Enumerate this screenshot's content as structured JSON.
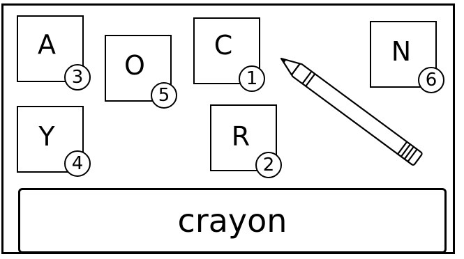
{
  "tiles": [
    {
      "letter": "A",
      "number": "3"
    },
    {
      "letter": "O",
      "number": "5"
    },
    {
      "letter": "C",
      "number": "1"
    },
    {
      "letter": "N",
      "number": "6"
    },
    {
      "letter": "Y",
      "number": "4"
    },
    {
      "letter": "R",
      "number": "2"
    }
  ],
  "answer": {
    "word": "crayon"
  },
  "picture": {
    "icon": "crayon-icon"
  }
}
